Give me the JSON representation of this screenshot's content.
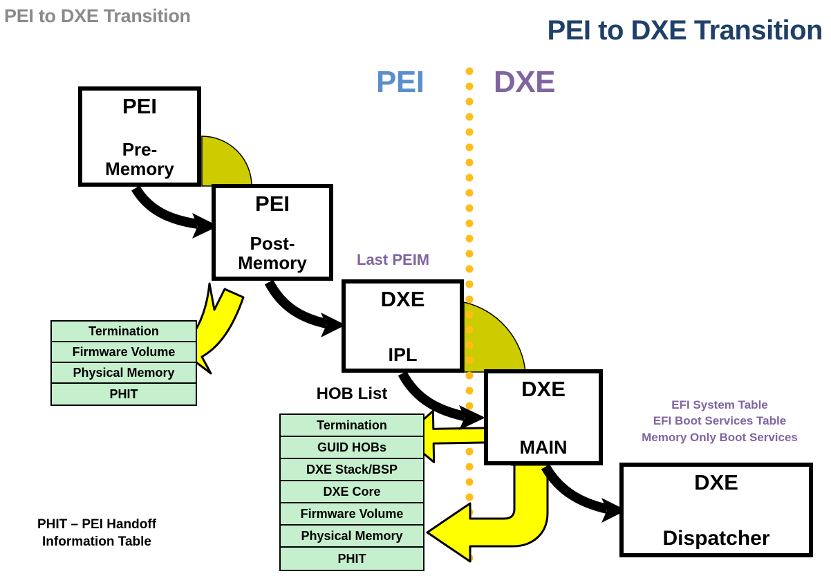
{
  "watermark_title": "PEI to DXE Transition",
  "main_title": "PEI to DXE Transition",
  "phases": {
    "left_label": "PEI",
    "right_label": "DXE",
    "divider_color": "#FFBD1A"
  },
  "labels": {
    "last_peim": "Last PEIM",
    "hob_list_title": "HOB List"
  },
  "boxes": {
    "pei_pre": {
      "line1": "PEI",
      "line2": "Pre-\nMemory"
    },
    "pei_post": {
      "line1": "PEI",
      "line2": "Post-\nMemory"
    },
    "dxe_ipl": {
      "line1": "DXE",
      "line2": "IPL"
    },
    "dxe_main": {
      "line1": "DXE",
      "line2": "MAIN"
    },
    "dxe_dispatcher": {
      "line1": "DXE",
      "line2": "Dispatcher"
    }
  },
  "pei_hob_table": {
    "rows": [
      "Termination",
      "Firmware Volume",
      "Physical Memory",
      "PHIT"
    ]
  },
  "hob_list_table": {
    "rows": [
      "Termination",
      "GUID HOBs",
      "DXE Stack/BSP",
      "DXE Core",
      "Firmware Volume",
      "Physical Memory",
      "PHIT"
    ]
  },
  "efi_notes": [
    "EFI System Table",
    "EFI Boot Services Table",
    "Memory Only Boot Services"
  ],
  "footnote": "PHIT – PEI Handoff\nInformation Table",
  "colors": {
    "title": "#1F4068",
    "pei_blue": "#5B8FC9",
    "dxe_purple": "#8064A2",
    "table_green": "#C6EFCE",
    "arrow_yellow": "#FFFF00",
    "disc_olive": "#CCCC00",
    "dot_orange": "#FFBD1A",
    "watermark_gray": "#8A8A8A"
  }
}
